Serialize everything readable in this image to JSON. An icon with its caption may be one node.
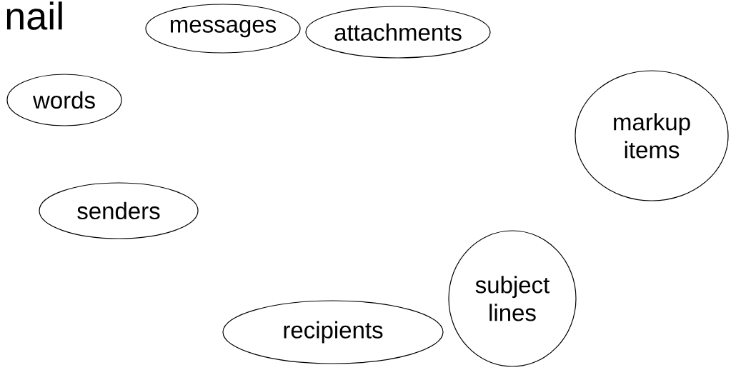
{
  "diagram": {
    "title": "nail",
    "nodes": [
      {
        "text": [
          "messages"
        ]
      },
      {
        "text": [
          "attachments"
        ]
      },
      {
        "text": [
          "words"
        ]
      },
      {
        "text": [
          "markup items"
        ]
      },
      {
        "text": [
          "senders"
        ]
      },
      {
        "text": [
          "subject lines"
        ]
      },
      {
        "text": [
          "recipients"
        ]
      }
    ]
  }
}
